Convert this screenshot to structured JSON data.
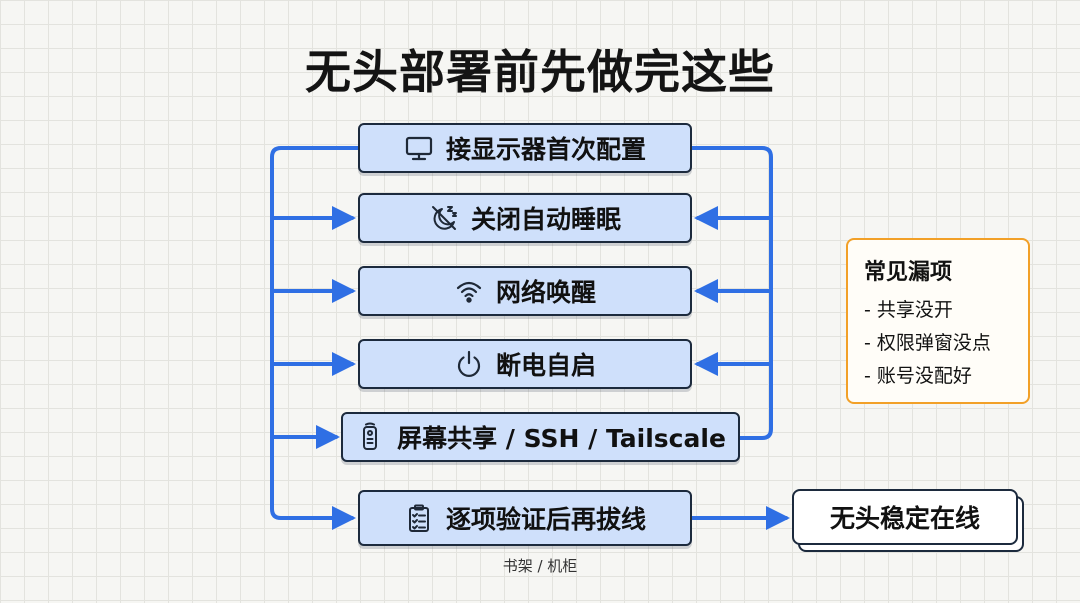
{
  "title": "无头部署前先做完这些",
  "steps": [
    {
      "label": "接显示器首次配置",
      "icon": "monitor-icon"
    },
    {
      "label": "关闭自动睡眠",
      "icon": "sleep-off-icon"
    },
    {
      "label": "网络唤醒",
      "icon": "wifi-icon"
    },
    {
      "label": "断电自启",
      "icon": "power-icon"
    },
    {
      "label": "屏幕共享 / SSH / Tailscale",
      "icon": "remote-control-icon"
    },
    {
      "label": "逐项验证后再拔线",
      "icon": "clipboard-checklist-icon"
    }
  ],
  "result": {
    "label": "无头稳定在线"
  },
  "caption": "书架 / 机柜",
  "note": {
    "title": "常见漏项",
    "items": [
      "- 共享没开",
      "- 权限弹窗没点",
      "- 账号没配好"
    ]
  },
  "colors": {
    "arrow": "#2f6fe4",
    "step_fill": "#cfe0fb",
    "border": "#1c2a3d",
    "note_border": "#f2a027"
  }
}
